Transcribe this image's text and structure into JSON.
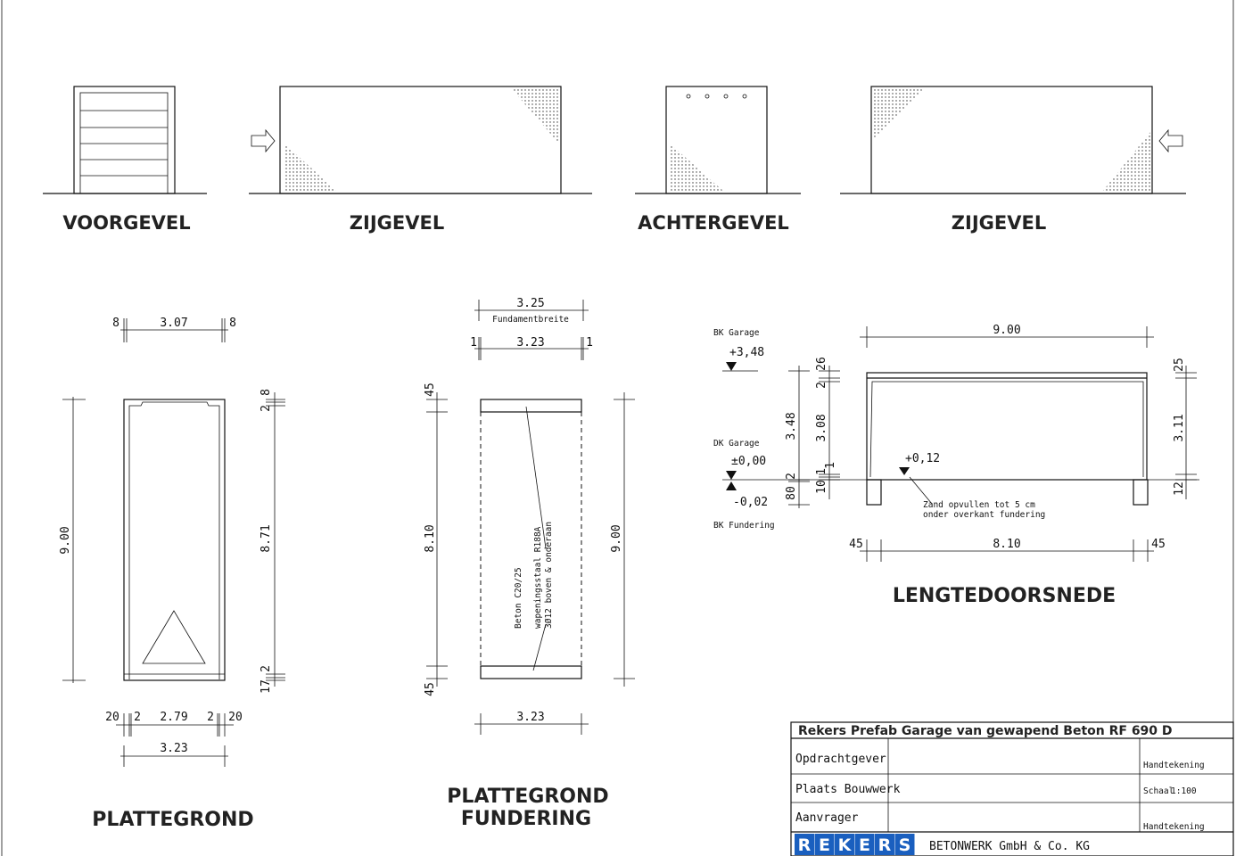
{
  "elevations": {
    "front": "VOORGEVEL",
    "side_left": "ZIJGEVEL",
    "rear": "ACHTERGEVEL",
    "side_right": "ZIJGEVEL"
  },
  "floor_plan": {
    "title": "PLATTEGROND",
    "top_left": "8",
    "top_mid": "3.07",
    "top_right": "8",
    "left_total": "9.00",
    "right_top_a": "2",
    "right_top_b": "8",
    "right_mid": "8.71",
    "right_bot_a": "17",
    "right_bot_b": "2",
    "bot_a": "20",
    "bot_b": "2",
    "bot_mid": "2.79",
    "bot_c": "2",
    "bot_d": "20",
    "bot_total": "3.23"
  },
  "foundation": {
    "title_line1": "PLATTEGROND",
    "title_line2": "FUNDERING",
    "top_outer": "3.25",
    "top_outer_note": "Fundamentbreite",
    "top_left": "1",
    "top_mid": "3.23",
    "top_right": "1",
    "left_top": "45",
    "left_mid": "8.10",
    "left_bot": "45",
    "right_total": "9.00",
    "bottom": "3.23",
    "note_1": "Beton C20/25",
    "note_2": "wapeningsstaal R188A",
    "note_3": "3Ø12 boven & onderaan"
  },
  "section": {
    "title": "LENGTEDOORSNEDE",
    "bk_garage": "BK Garage",
    "bk_garage_level": "+3,48",
    "dk_garage": "DK Garage",
    "dk_level": "±0,00",
    "found_level": "-0,02",
    "bk_fundering": "BK Fundering",
    "floor_level": "+0,12",
    "top_total": "9.00",
    "v_total": "3.48",
    "v_26": "26",
    "v_2": "2",
    "v_308": "3.08",
    "v_1a": "1",
    "v_10": "10",
    "v_1b": "1",
    "v_80": "80",
    "v_2b": "2",
    "r_25": "25",
    "r_311": "3.11",
    "r_12": "12",
    "note_a": "Zand opvullen tot 5 cm",
    "note_b": "onder overkant fundering",
    "bot_left": "45",
    "bot_mid": "8.10",
    "bot_right": "45"
  },
  "title_block": {
    "product": "Rekers Prefab Garage van gewapend Beton RF 690 D",
    "row1": "Opdrachtgever",
    "row2": "Plaats Bouwwerk",
    "row3": "Aanvrager",
    "sig1": "Handtekening",
    "scale_label": "Schaal",
    "scale_value": "1:100",
    "sig2": "Handtekening",
    "logo_letters": [
      "R",
      "E",
      "K",
      "E",
      "R",
      "S"
    ],
    "company": "BETONWERK GmbH & Co. KG",
    "logo_color": "#1a5fbf"
  }
}
